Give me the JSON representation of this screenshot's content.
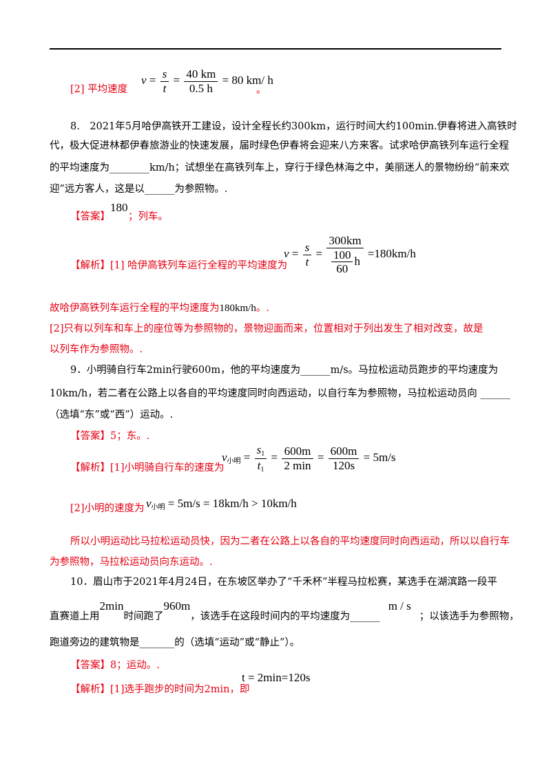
{
  "top": {
    "label": "[2] 平均速度",
    "dot": "。"
  },
  "q8": {
    "line1": "8.　2021年5月哈伊高铁开工建设，设计全程长约300km，运行时间大约100min.伊春将进入高铁时",
    "line2": "代，极大促进林都伊春旅游业的快速发展，届时绿色伊春将会迎来八方来客。试求哈伊高铁列车运行全程",
    "line3": "的平均速度为________km/h；试想坐在高铁列车上，穿行于绿色林海之中，美丽迷人的景物纷纷“前来欢",
    "line4": "迎”远方客人，这是以______为参照物。.",
    "answer_label": "【答案】",
    "answer_value": "180",
    "answer_rest": "；列车。",
    "analysis_label": "【解析】",
    "analysis_text": "[1] 哈伊高铁列车运行全程的平均速度为",
    "therefore_text": "故哈伊高铁列车运行全程的平均速度为",
    "therefore_value": "180km/h",
    "therefore_end": "。.",
    "reason_line1": "[2]只有以列车和车上的座位等为参照物的，景物迎面而来，位置相对于列出发生了相对改变，故是",
    "reason_line2": "以列车作为参照物。."
  },
  "q9": {
    "line1": "9．小明骑自行车2min行驶600m，他的平均速度为______m/s。马拉松运动员跑步的平均速度为",
    "line2": "10km/h，若二者在公路上以各自的平均速度同时向西运动，以自行车为参照物，马拉松运动员向 ______",
    "line3": "（选填“东”或“西”）运动。.",
    "answer_label": "【答案】",
    "answer_text": "5；东。.",
    "analysis_label": "【解析】",
    "analysis_text": "[1]小明骑自行车的速度为",
    "part2_text": "[2]小明的速度为",
    "subscript": "小明",
    "concl_line1": "所以小明运动比马拉松运动员快，因为二者在公路上以各自的平均速度同时向西运动，所以以自行车",
    "concl_line2": "为参照物，马拉松运动员向东运动。."
  },
  "q10": {
    "line1": "10．眉山市于2021年4月24日，在东坡区举办了“千禾杯”半程马拉松赛，某选手在湖滨路一段平",
    "line2_a": "直赛道上用",
    "line2_time": "2min",
    "line2_b": "时间跑了",
    "line2_dist": "960m",
    "line2_c": "，该选手在这段时间内的平均速度为______",
    "line2_unit": "m / s",
    "line2_d": "；以该选手为参照物，",
    "line3": "跑道旁边的建筑物是_______的（选填“运动”或“静止”）。",
    "answer_label": "【答案】",
    "answer_text": "8；运动。.",
    "analysis_label": "【解析】",
    "analysis_text": "[1]选手跑步的时间为2min，即",
    "eq": "t = 2min=120s"
  }
}
